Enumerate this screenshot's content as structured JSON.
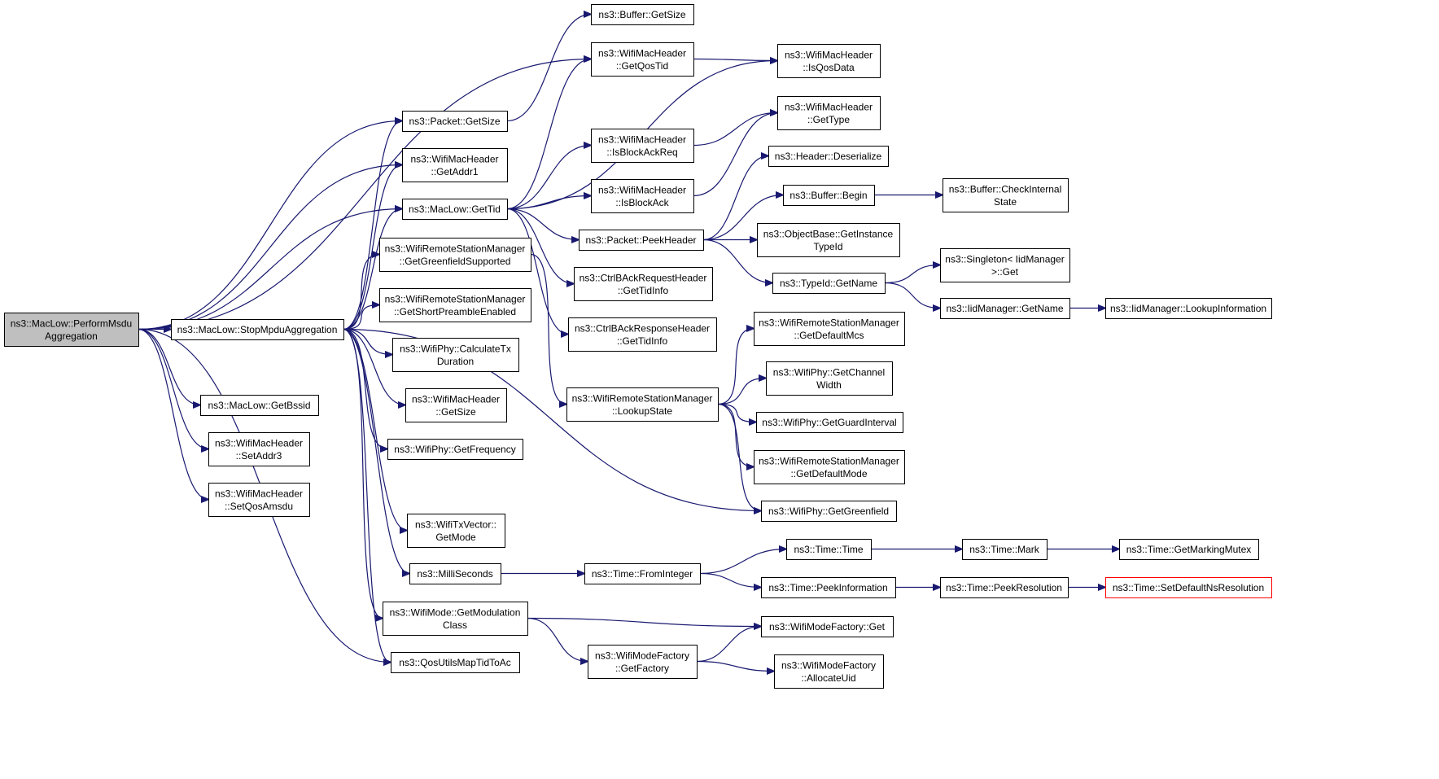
{
  "nodes": [
    {
      "id": "performmsdu",
      "lines": [
        "ns3::MacLow::PerformMsdu",
        "Aggregation"
      ],
      "style": "root"
    },
    {
      "id": "stopmpdu",
      "lines": [
        "ns3::MacLow::StopMpduAggregation"
      ]
    },
    {
      "id": "getbssid",
      "lines": [
        "ns3::MacLow::GetBssid"
      ]
    },
    {
      "id": "setaddr3",
      "lines": [
        "ns3::WifiMacHeader",
        "::SetAddr3"
      ]
    },
    {
      "id": "setqosamsdu",
      "lines": [
        "ns3::WifiMacHeader",
        "::SetQosAmsdu"
      ]
    },
    {
      "id": "packetgetsize",
      "lines": [
        "ns3::Packet::GetSize"
      ]
    },
    {
      "id": "getaddr1",
      "lines": [
        "ns3::WifiMacHeader",
        "::GetAddr1"
      ]
    },
    {
      "id": "gettid",
      "lines": [
        "ns3::MacLow::GetTid"
      ]
    },
    {
      "id": "greenfieldsupported",
      "lines": [
        "ns3::WifiRemoteStationManager",
        "::GetGreenfieldSupported"
      ]
    },
    {
      "id": "shortpreamble",
      "lines": [
        "ns3::WifiRemoteStationManager",
        "::GetShortPreambleEnabled"
      ]
    },
    {
      "id": "calctxduration",
      "lines": [
        "ns3::WifiPhy::CalculateTx",
        "Duration"
      ]
    },
    {
      "id": "headergetsize",
      "lines": [
        "ns3::WifiMacHeader",
        "::GetSize"
      ]
    },
    {
      "id": "getfrequency",
      "lines": [
        "ns3::WifiPhy::GetFrequency"
      ]
    },
    {
      "id": "txvectorgetmode",
      "lines": [
        "ns3::WifiTxVector::",
        "GetMode"
      ]
    },
    {
      "id": "milliseconds",
      "lines": [
        "ns3::MilliSeconds"
      ]
    },
    {
      "id": "getmodulationclass",
      "lines": [
        "ns3::WifiMode::GetModulation",
        "Class"
      ]
    },
    {
      "id": "qosutils",
      "lines": [
        "ns3::QosUtilsMapTidToAc"
      ]
    },
    {
      "id": "buffergetsize",
      "lines": [
        "ns3::Buffer::GetSize"
      ]
    },
    {
      "id": "getqostid",
      "lines": [
        "ns3::WifiMacHeader",
        "::GetQosTid"
      ]
    },
    {
      "id": "isblockackreq",
      "lines": [
        "ns3::WifiMacHeader",
        "::IsBlockAckReq"
      ]
    },
    {
      "id": "isblockack",
      "lines": [
        "ns3::WifiMacHeader",
        "::IsBlockAck"
      ]
    },
    {
      "id": "peekheader",
      "lines": [
        "ns3::Packet::PeekHeader"
      ]
    },
    {
      "id": "ctrlreqtidinfo",
      "lines": [
        "ns3::CtrlBAckRequestHeader",
        "::GetTidInfo"
      ]
    },
    {
      "id": "ctrlresptidinfo",
      "lines": [
        "ns3::CtrlBAckResponseHeader",
        "::GetTidInfo"
      ]
    },
    {
      "id": "lookupstate",
      "lines": [
        "ns3::WifiRemoteStationManager",
        "::LookupState"
      ]
    },
    {
      "id": "timefrominteger",
      "lines": [
        "ns3::Time::FromInteger"
      ]
    },
    {
      "id": "getfactory",
      "lines": [
        "ns3::WifiModeFactory",
        "::GetFactory"
      ]
    },
    {
      "id": "isqosdata",
      "lines": [
        "ns3::WifiMacHeader",
        "::IsQosData"
      ]
    },
    {
      "id": "gettype",
      "lines": [
        "ns3::WifiMacHeader",
        "::GetType"
      ]
    },
    {
      "id": "deserialize",
      "lines": [
        "ns3::Header::Deserialize"
      ]
    },
    {
      "id": "bufferbegin",
      "lines": [
        "ns3::Buffer::Begin"
      ]
    },
    {
      "id": "getinstancetypeid",
      "lines": [
        "ns3::ObjectBase::GetInstance",
        "TypeId"
      ]
    },
    {
      "id": "typeidgetname",
      "lines": [
        "ns3::TypeId::GetName"
      ]
    },
    {
      "id": "getdefaultmcs",
      "lines": [
        "ns3::WifiRemoteStationManager",
        "::GetDefaultMcs"
      ]
    },
    {
      "id": "getchannelwidth",
      "lines": [
        "ns3::WifiPhy::GetChannel",
        "Width"
      ]
    },
    {
      "id": "getguardinterval",
      "lines": [
        "ns3::WifiPhy::GetGuardInterval"
      ]
    },
    {
      "id": "getdefaultmode",
      "lines": [
        "ns3::WifiRemoteStationManager",
        "::GetDefaultMode"
      ]
    },
    {
      "id": "getgreenfield",
      "lines": [
        "ns3::WifiPhy::GetGreenfield"
      ]
    },
    {
      "id": "timetime",
      "lines": [
        "ns3::Time::Time"
      ]
    },
    {
      "id": "peekinformation",
      "lines": [
        "ns3::Time::PeekInformation"
      ]
    },
    {
      "id": "modefactoryget",
      "lines": [
        "ns3::WifiModeFactory::Get"
      ]
    },
    {
      "id": "allocateuid",
      "lines": [
        "ns3::WifiModeFactory",
        "::AllocateUid"
      ]
    },
    {
      "id": "checkinternal",
      "lines": [
        "ns3::Buffer::CheckInternal",
        "State"
      ]
    },
    {
      "id": "singletonget",
      "lines": [
        "ns3::Singleton< IidManager",
        ">::Get"
      ]
    },
    {
      "id": "iidgetname",
      "lines": [
        "ns3::IidManager::GetName"
      ]
    },
    {
      "id": "timemark",
      "lines": [
        "ns3::Time::Mark"
      ]
    },
    {
      "id": "peekresolution",
      "lines": [
        "ns3::Time::PeekResolution"
      ]
    },
    {
      "id": "lookupinformation",
      "lines": [
        "ns3::IidManager::LookupInformation"
      ]
    },
    {
      "id": "getmarkingmutex",
      "lines": [
        "ns3::Time::GetMarkingMutex"
      ]
    },
    {
      "id": "setdefaultnsresolution",
      "lines": [
        "ns3::Time::SetDefaultNsResolution"
      ],
      "style": "trunc"
    }
  ],
  "edges": [
    [
      "performmsdu",
      "getqostid"
    ],
    [
      "performmsdu",
      "packetgetsize"
    ],
    [
      "performmsdu",
      "getaddr1"
    ],
    [
      "performmsdu",
      "gettid"
    ],
    [
      "performmsdu",
      "stopmpdu"
    ],
    [
      "performmsdu",
      "getbssid"
    ],
    [
      "performmsdu",
      "setaddr3"
    ],
    [
      "performmsdu",
      "setqosamsdu"
    ],
    [
      "performmsdu",
      "qosutils"
    ],
    [
      "stopmpdu",
      "packetgetsize"
    ],
    [
      "stopmpdu",
      "getaddr1"
    ],
    [
      "stopmpdu",
      "gettid"
    ],
    [
      "stopmpdu",
      "greenfieldsupported"
    ],
    [
      "stopmpdu",
      "shortpreamble"
    ],
    [
      "stopmpdu",
      "calctxduration"
    ],
    [
      "stopmpdu",
      "headergetsize"
    ],
    [
      "stopmpdu",
      "getfrequency"
    ],
    [
      "stopmpdu",
      "getgreenfield"
    ],
    [
      "stopmpdu",
      "txvectorgetmode"
    ],
    [
      "stopmpdu",
      "milliseconds"
    ],
    [
      "stopmpdu",
      "getmodulationclass"
    ],
    [
      "stopmpdu",
      "qosutils"
    ],
    [
      "packetgetsize",
      "buffergetsize"
    ],
    [
      "gettid",
      "getqostid"
    ],
    [
      "gettid",
      "isqosdata"
    ],
    [
      "gettid",
      "isblockackreq"
    ],
    [
      "gettid",
      "isblockack"
    ],
    [
      "gettid",
      "peekheader"
    ],
    [
      "gettid",
      "ctrlreqtidinfo"
    ],
    [
      "gettid",
      "ctrlresptidinfo"
    ],
    [
      "greenfieldsupported",
      "lookupstate"
    ],
    [
      "getqostid",
      "isqosdata"
    ],
    [
      "isblockackreq",
      "gettype"
    ],
    [
      "isblockack",
      "gettype"
    ],
    [
      "peekheader",
      "deserialize"
    ],
    [
      "peekheader",
      "bufferbegin"
    ],
    [
      "peekheader",
      "getinstancetypeid"
    ],
    [
      "peekheader",
      "typeidgetname"
    ],
    [
      "bufferbegin",
      "checkinternal"
    ],
    [
      "typeidgetname",
      "singletonget"
    ],
    [
      "typeidgetname",
      "iidgetname"
    ],
    [
      "iidgetname",
      "lookupinformation"
    ],
    [
      "lookupstate",
      "getdefaultmcs"
    ],
    [
      "lookupstate",
      "getchannelwidth"
    ],
    [
      "lookupstate",
      "getguardinterval"
    ],
    [
      "lookupstate",
      "getdefaultmode"
    ],
    [
      "lookupstate",
      "getgreenfield"
    ],
    [
      "milliseconds",
      "timefrominteger"
    ],
    [
      "timefrominteger",
      "timetime"
    ],
    [
      "timefrominteger",
      "peekinformation"
    ],
    [
      "timetime",
      "timemark"
    ],
    [
      "timemark",
      "getmarkingmutex"
    ],
    [
      "peekinformation",
      "peekresolution"
    ],
    [
      "peekresolution",
      "setdefaultnsresolution"
    ],
    [
      "getmodulationclass",
      "modefactoryget"
    ],
    [
      "getmodulationclass",
      "getfactory"
    ],
    [
      "getfactory",
      "modefactoryget"
    ],
    [
      "getfactory",
      "allocateuid"
    ]
  ]
}
